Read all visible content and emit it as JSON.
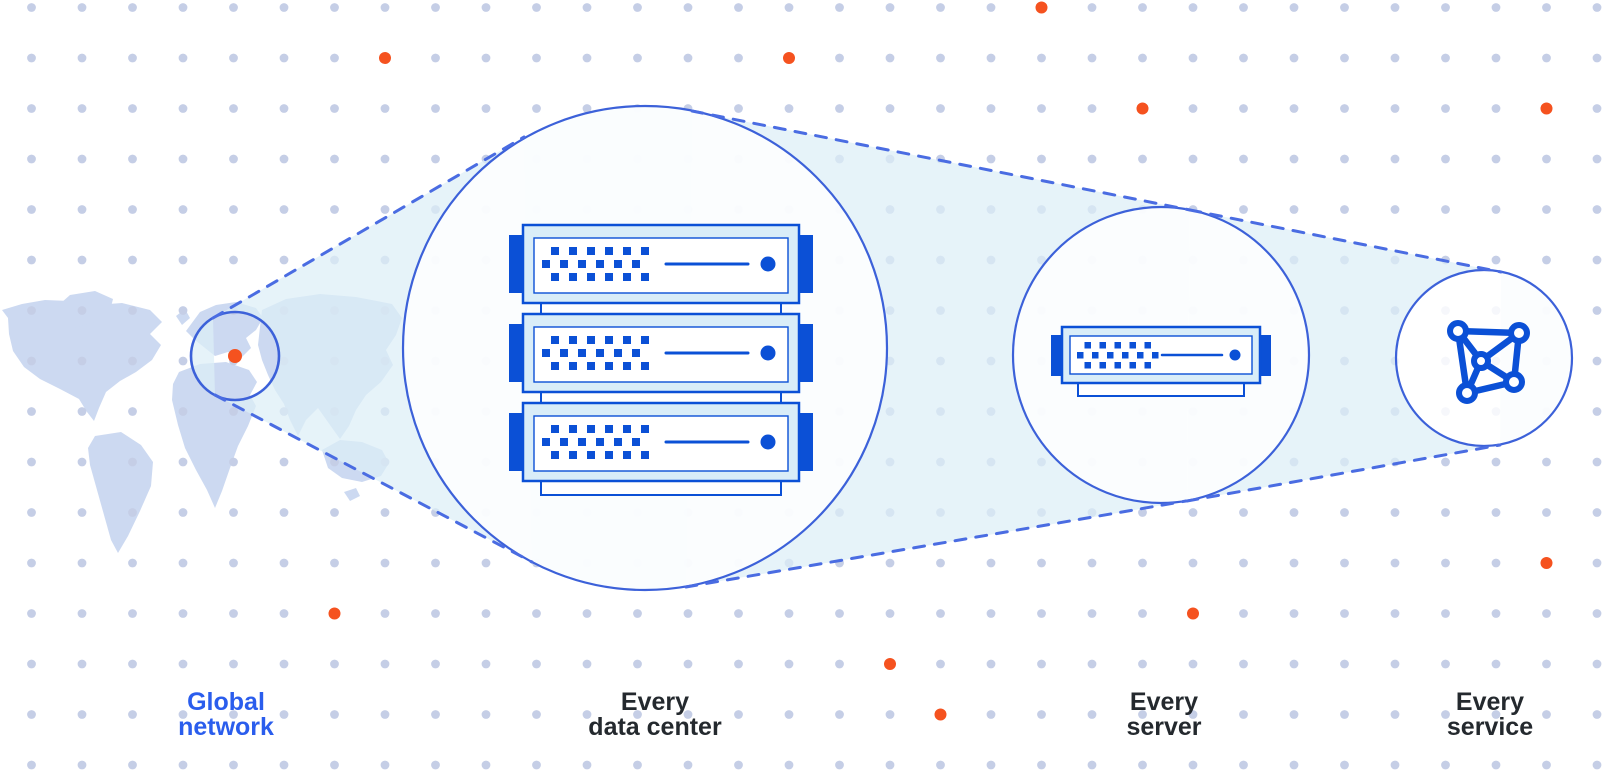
{
  "diagram": {
    "labels": {
      "global": {
        "line1": "Global",
        "line2": "network"
      },
      "data_center": {
        "line1": "Every",
        "line2": "data center"
      },
      "server": {
        "line1": "Every",
        "line2": "server"
      },
      "service": {
        "line1": "Every",
        "line2": "service"
      }
    },
    "icons": {
      "map_marker": "orange-location-dot",
      "data_center": "server-rack-3-units",
      "server": "server-unit",
      "service": "network-mesh"
    },
    "colors": {
      "circle_stroke": "#3c61d9",
      "dash_stroke": "#4a6ce2",
      "server_blue": "#0b50d6",
      "server_light": "#d9edf8",
      "cone_fill": "#ddeff7",
      "map_fill": "#ccd9f1",
      "dot_gray": "#c5cee6",
      "orange": "#f5521f",
      "label_dark": "#24292e",
      "label_blue": "#2a5ded"
    },
    "dot_grid": {
      "spacing": 50.5,
      "origin_x": 31.5,
      "origin_y": 7.5,
      "cols": 32,
      "rows": 16,
      "radius": 4.4,
      "orange_radius": 6,
      "orange_cells": [
        [
          7,
          1
        ],
        [
          15,
          1
        ],
        [
          20,
          0
        ],
        [
          22,
          2
        ],
        [
          30,
          2
        ],
        [
          30,
          11
        ],
        [
          6,
          12
        ],
        [
          23,
          12
        ],
        [
          17,
          13
        ],
        [
          18,
          14
        ]
      ]
    }
  }
}
